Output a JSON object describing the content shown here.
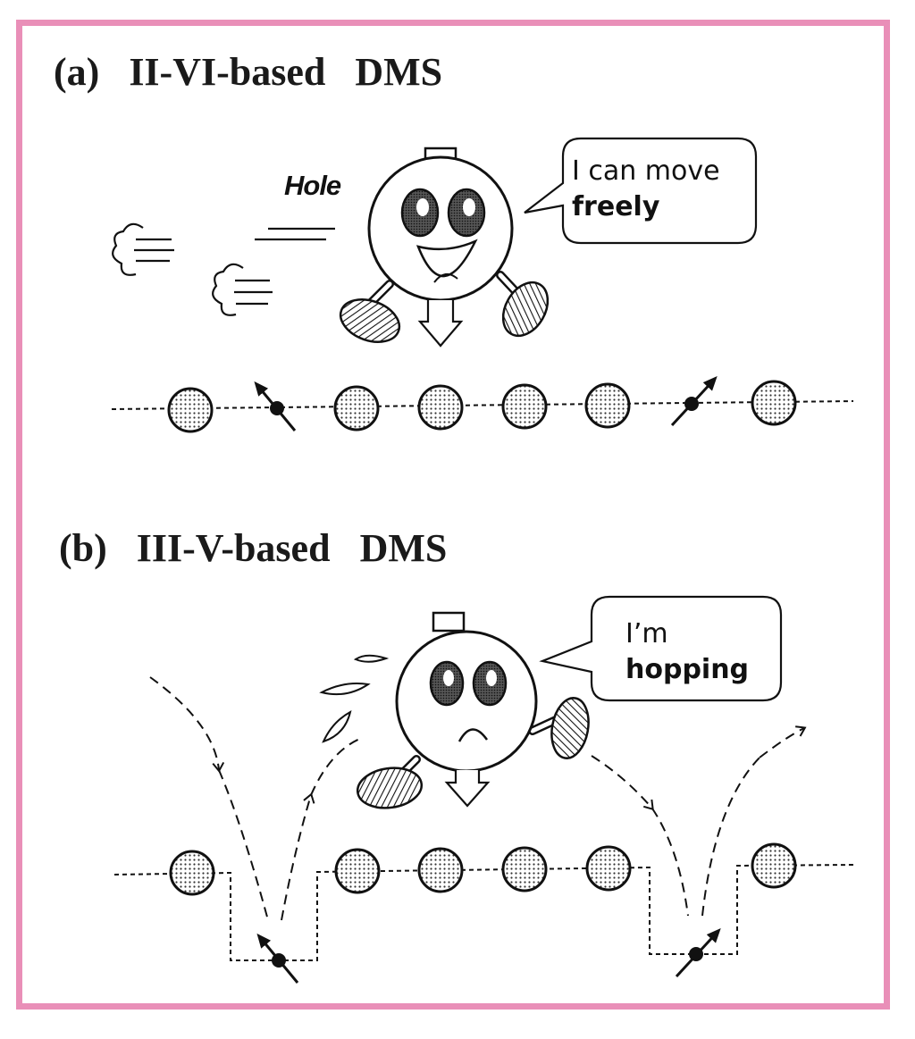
{
  "panel_a": {
    "label": "(a)",
    "name": "II-VI-based",
    "type": "DMS",
    "hole_label": "Hole",
    "speech": {
      "line1": "I can move",
      "line2": "freely"
    }
  },
  "panel_b": {
    "label": "(b)",
    "name": "III-V-based",
    "type": "DMS",
    "speech": {
      "line1": "I’m",
      "line2": "hopping"
    }
  },
  "colors": {
    "frame": "#e98fb8",
    "ink": "#111111",
    "atom_fill": "#e6e6e6"
  },
  "icons": [
    "hole-character-icon",
    "spin-arrow-icon",
    "atom-icon",
    "speed-cloud-icon",
    "sweat-drop-icon"
  ]
}
